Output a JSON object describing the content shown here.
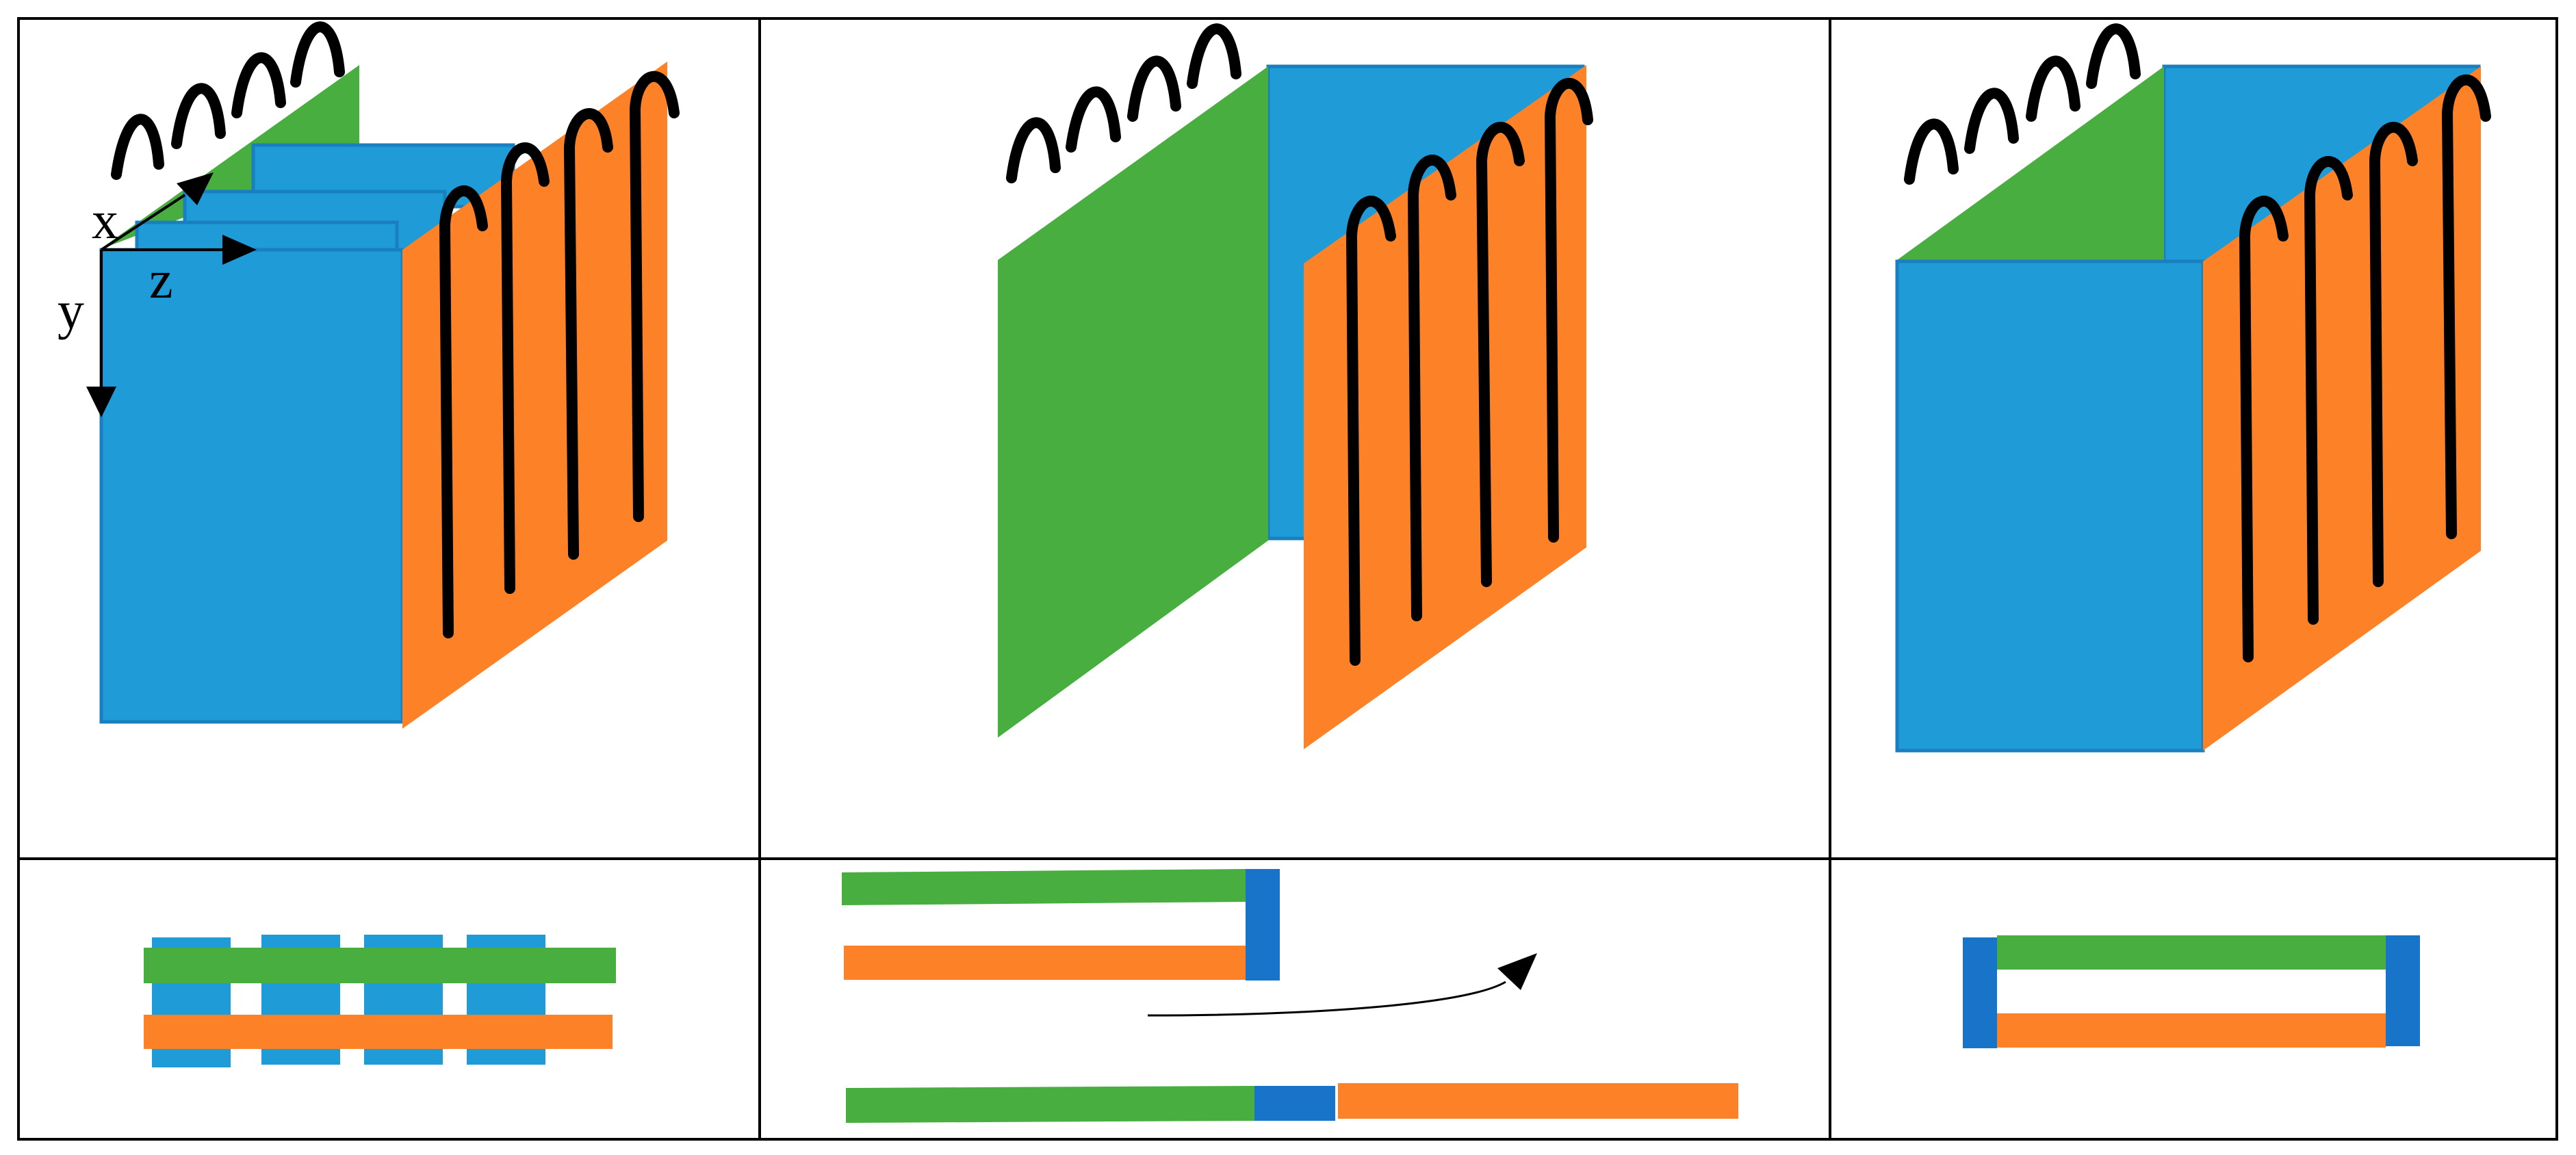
{
  "axes": {
    "x_label": "x",
    "y_label": "y",
    "z_label": "z"
  },
  "colors": {
    "blue_panel": "#1f9bd8",
    "blue_edge": "#1a7fbf",
    "dark_blue": "#1874c8",
    "green_panel": "#47ae3f",
    "orange_panel": "#fd8227",
    "coil": "#000000",
    "frame": "#000000"
  },
  "layout": {
    "rows": 2,
    "columns": 3
  }
}
